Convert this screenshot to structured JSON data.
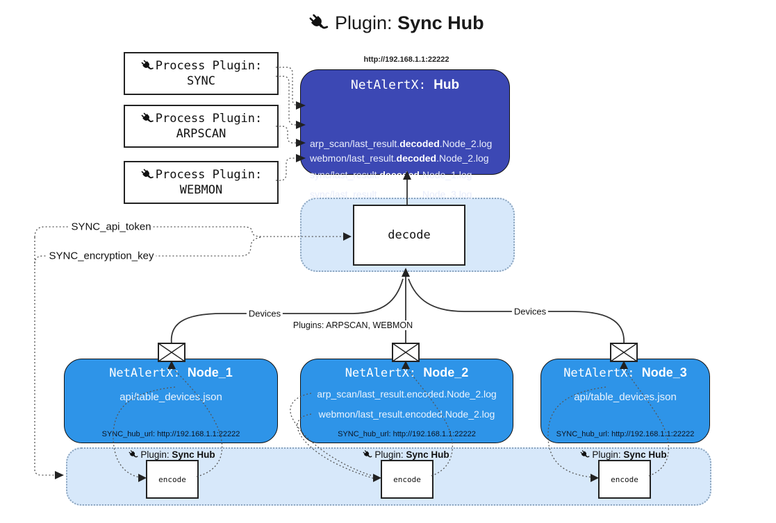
{
  "title": {
    "prefix": "Plugin: ",
    "bold": "Sync Hub"
  },
  "hub": {
    "url": "http://192.168.1.1:22222",
    "title_prefix": "NetAlertX: ",
    "name": "Hub",
    "lines": [
      {
        "pre": "sync/last_result.",
        "bold": "decoded",
        "post": ".Node_1.log"
      },
      {
        "pre": "sync/last_result.",
        "bold": "decoded",
        "post": ".Node_3.log"
      },
      {
        "pre": "arp_scan/last_result.",
        "bold": "decoded",
        "post": ".Node_2.log"
      },
      {
        "pre": "webmon/last_result.",
        "bold": "decoded",
        "post": ".Node_2.log"
      }
    ]
  },
  "process_plugins": [
    {
      "line1": "Process Plugin:",
      "name": "SYNC"
    },
    {
      "line1": "Process Plugin:",
      "name": "ARPSCAN"
    },
    {
      "line1": "Process Plugin:",
      "name": "WEBMON"
    }
  ],
  "decode": {
    "label": "decode"
  },
  "edges": {
    "api_token": "SYNC_api_token",
    "encryption_key": "SYNC_encryption_key",
    "devices_left": "Devices",
    "devices_right": "Devices",
    "plugins_center": "Plugins: ARPSCAN, WEBMON"
  },
  "nodes": [
    {
      "title_prefix": "NetAlertX: ",
      "name": "Node_1",
      "lines": [
        "api/table_devices.json"
      ],
      "hub_url": "SYNC_hub_url: http://192.168.1.1:22222"
    },
    {
      "title_prefix": "NetAlertX: ",
      "name": "Node_2",
      "lines": [
        "arp_scan/last_result.encoded.Node_2.log",
        "webmon/last_result.encoded.Node_2.log"
      ],
      "hub_url": "SYNC_hub_url: http://192.168.1.1:22222"
    },
    {
      "title_prefix": "NetAlertX: ",
      "name": "Node_3",
      "lines": [
        "api/table_devices.json"
      ],
      "hub_url": "SYNC_hub_url: http://192.168.1.1:22222"
    }
  ],
  "encode_sections": [
    {
      "label_prefix": "Plugin: ",
      "label_bold": "Sync Hub",
      "box": "encode"
    },
    {
      "label_prefix": "Plugin: ",
      "label_bold": "Sync Hub",
      "box": "encode"
    },
    {
      "label_prefix": "Plugin: ",
      "label_bold": "Sync Hub",
      "box": "encode"
    }
  ],
  "colors": {
    "hub-fill": "#3c48b4",
    "node-fill": "#2e94e8",
    "container-fill": "#d7e8fa",
    "container-border": "#8aa3bd",
    "line": "#333333"
  }
}
